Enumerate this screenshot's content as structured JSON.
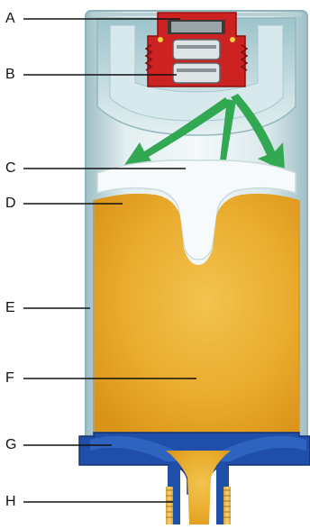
{
  "labels": [
    {
      "id": "A",
      "text": "A"
    },
    {
      "id": "B",
      "text": "B"
    },
    {
      "id": "C",
      "text": "C"
    },
    {
      "id": "D",
      "text": "D"
    },
    {
      "id": "E",
      "text": "E"
    },
    {
      "id": "F",
      "text": "F"
    },
    {
      "id": "G",
      "text": "G"
    },
    {
      "id": "H",
      "text": "H"
    }
  ],
  "colors": {
    "housing_glass": "#cfe0e4",
    "housing_glass_edge": "#8fb3ba",
    "fluid_amber": "#e8a92a",
    "fluid_light": "#f3c65a",
    "valve_red": "#cc2222",
    "flow_arrow": "#33a852",
    "base_blue": "#1f4fa8",
    "leader_line": "#111111"
  }
}
